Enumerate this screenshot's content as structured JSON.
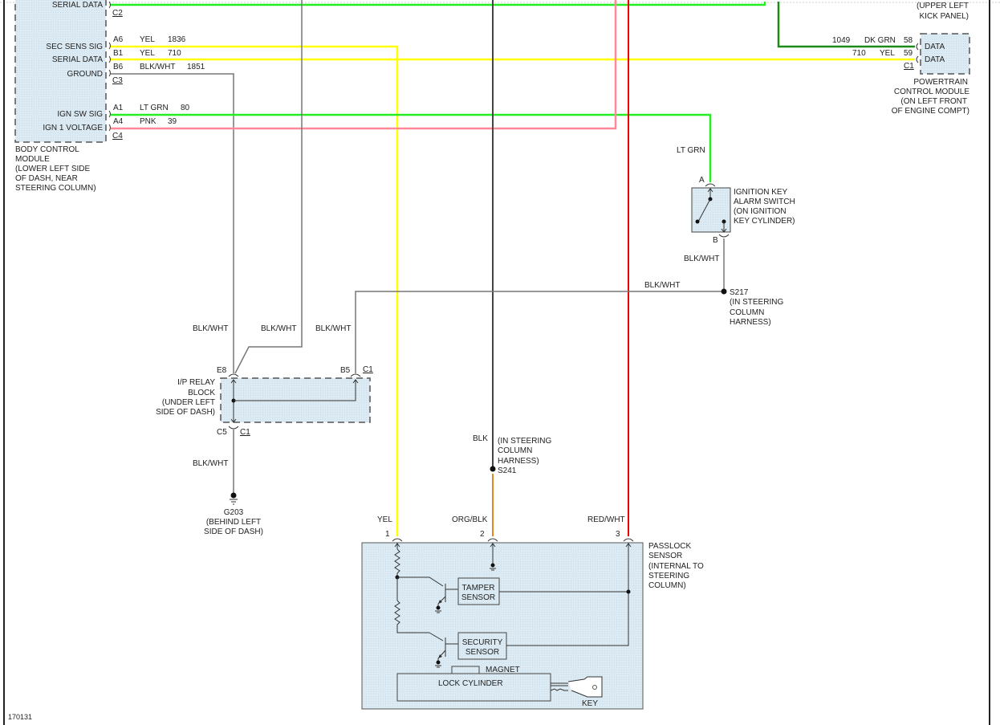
{
  "figure_id": "170131",
  "colors": {
    "lt_grn": "#22ee22",
    "dk_grn": "#1a8a1a",
    "yel": "#ffff00",
    "pnk": "#ff8899",
    "red": "#ee0000",
    "blk": "#444444",
    "blk_wht": "#777777",
    "org_blk": "#dd8822",
    "module_fill": "#dcebf3"
  },
  "bcm": {
    "name_lines": [
      "BODY CONTROL",
      "MODULE",
      "(LOWER LEFT SIDE",
      "OF DASH, NEAR",
      "STEERING COLUMN)"
    ],
    "pins": [
      {
        "label": "SERIAL DATA",
        "connector": "C2",
        "cavity": "",
        "color": "",
        "circuit": ""
      },
      {
        "label": "SEC SENS SIG",
        "connector": "",
        "cavity": "A6",
        "color": "YEL",
        "circuit": "1836"
      },
      {
        "label": "SERIAL DATA",
        "connector": "",
        "cavity": "B1",
        "color": "YEL",
        "circuit": "710"
      },
      {
        "label": "GROUND",
        "connector": "",
        "cavity": "B6",
        "color": "BLK/WHT",
        "circuit": "1851"
      },
      {
        "label": "IGN SW SIG",
        "connector": "",
        "cavity": "A1",
        "color": "LT GRN",
        "circuit": "80"
      },
      {
        "label": "IGN 1 VOLTAGE",
        "connector": "",
        "cavity": "A4",
        "color": "PNK",
        "circuit": "39"
      }
    ],
    "connector_c3": "C3",
    "connector_c4": "C4"
  },
  "kick_panel": {
    "lines": [
      "(UPPER LEFT",
      "KICK PANEL)"
    ]
  },
  "pcm": {
    "name_lines": [
      "POWERTRAIN",
      "CONTROL MODULE",
      "(ON LEFT FRONT",
      "OF ENGINE COMPT)"
    ],
    "pins": [
      {
        "label": "DATA",
        "circuit": "1049",
        "color": "DK GRN",
        "cavity": "58"
      },
      {
        "label": "DATA",
        "circuit": "710",
        "color": "YEL",
        "cavity": "59"
      }
    ],
    "connector": "C1"
  },
  "ign_switch": {
    "name_lines": [
      "IGNITION KEY",
      "ALARM SWITCH",
      "(ON IGNITION",
      "KEY CYLINDER)"
    ],
    "pin_a": "A",
    "pin_b": "B",
    "wire_in": "LT GRN",
    "wire_out": "BLK/WHT"
  },
  "s217": {
    "name": "S217",
    "lines": [
      "(IN STEERING",
      "COLUMN",
      "HARNESS)"
    ],
    "wire": "BLK/WHT"
  },
  "relay_block": {
    "name_lines": [
      "I/P RELAY",
      "BLOCK",
      "(UNDER LEFT",
      "SIDE OF DASH)"
    ],
    "pin_e8": "E8",
    "pin_b5": "B5",
    "pin_c5": "C5",
    "conn_top": "C1",
    "conn_bottom": "C1",
    "wire_labels": [
      "BLK/WHT",
      "BLK/WHT",
      "BLK/WHT"
    ],
    "wire_below": "BLK/WHT"
  },
  "g203": {
    "name": "G203",
    "lines": [
      "(BEHIND LEFT",
      "SIDE OF DASH)"
    ]
  },
  "s241": {
    "name": "S241",
    "wire_above": "BLK",
    "lines": [
      "(IN STEERING",
      "COLUMN",
      "HARNESS)"
    ]
  },
  "passlock": {
    "name_lines": [
      "PASSLOCK",
      "SENSOR",
      "(INTERNAL TO",
      "STEERING",
      "COLUMN)"
    ],
    "pins": [
      {
        "num": "1",
        "color": "YEL"
      },
      {
        "num": "2",
        "color": "ORG/BLK"
      },
      {
        "num": "3",
        "color": "RED/WHT"
      }
    ],
    "tamper": [
      "TAMPER",
      "SENSOR"
    ],
    "security": [
      "SECURITY",
      "SENSOR"
    ],
    "magnet": "MAGNET",
    "lock_cylinder": "LOCK CYLINDER",
    "key": "KEY"
  }
}
